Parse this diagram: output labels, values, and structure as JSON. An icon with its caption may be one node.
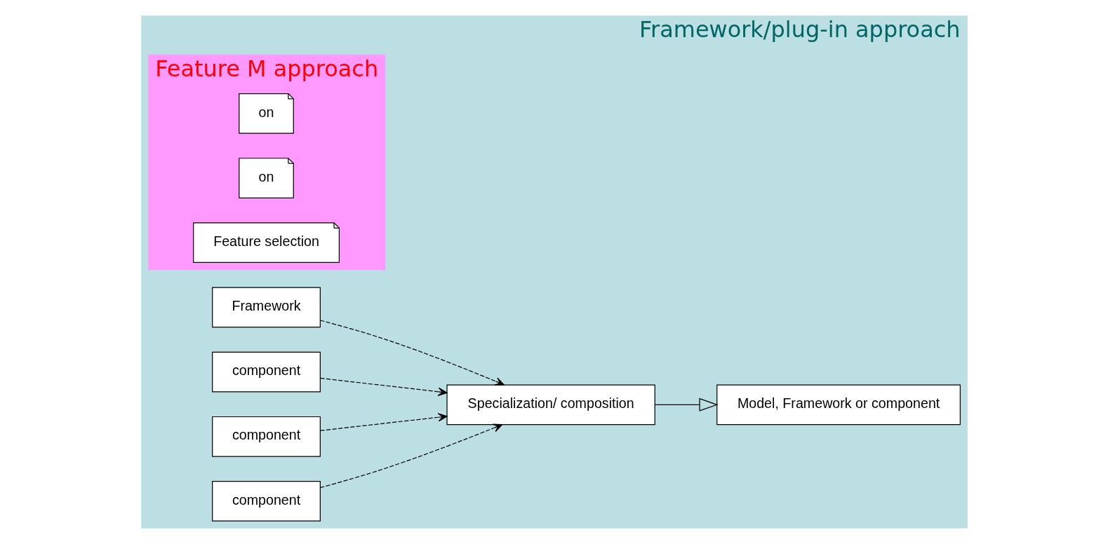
{
  "diagram": {
    "nodes": [
      {
        "text": [
          "Framework/plug-in approach"
        ]
      },
      {
        "text": [
          "Framework"
        ],
        "in": 0
      },
      {
        "text": [
          "component"
        ],
        "in": 0
      },
      {
        "text": [
          "component"
        ],
        "in": 0
      },
      {
        "text": [
          "component"
        ],
        "in": 0
      },
      {
        "text": [
          "Specialization/ composition"
        ],
        "in": 0
      },
      {
        "text": [
          "Model, Framework or component"
        ],
        "in": 0
      },
      {
        "text": [
          "Feature M approach"
        ],
        "in": 0
      },
      {
        "text": [
          "on"
        ],
        "in": 7
      },
      {
        "text": [
          "on"
        ],
        "in": 7
      },
      {
        "text": [
          "Feature selection"
        ],
        "in": 7
      }
    ],
    "edges": [
      {
        "from": 1,
        "to": 5,
        "arrow": "to",
        "style": "dashed"
      },
      {
        "from": 2,
        "to": 5,
        "arrow": "to",
        "style": "dashed"
      },
      {
        "from": 3,
        "to": 5,
        "arrow": "to",
        "style": "dashed"
      },
      {
        "from": 4,
        "to": 5,
        "arrow": "to",
        "style": "dashed"
      },
      {
        "from": 5,
        "to": 6,
        "arrow": "to"
      }
    ]
  }
}
